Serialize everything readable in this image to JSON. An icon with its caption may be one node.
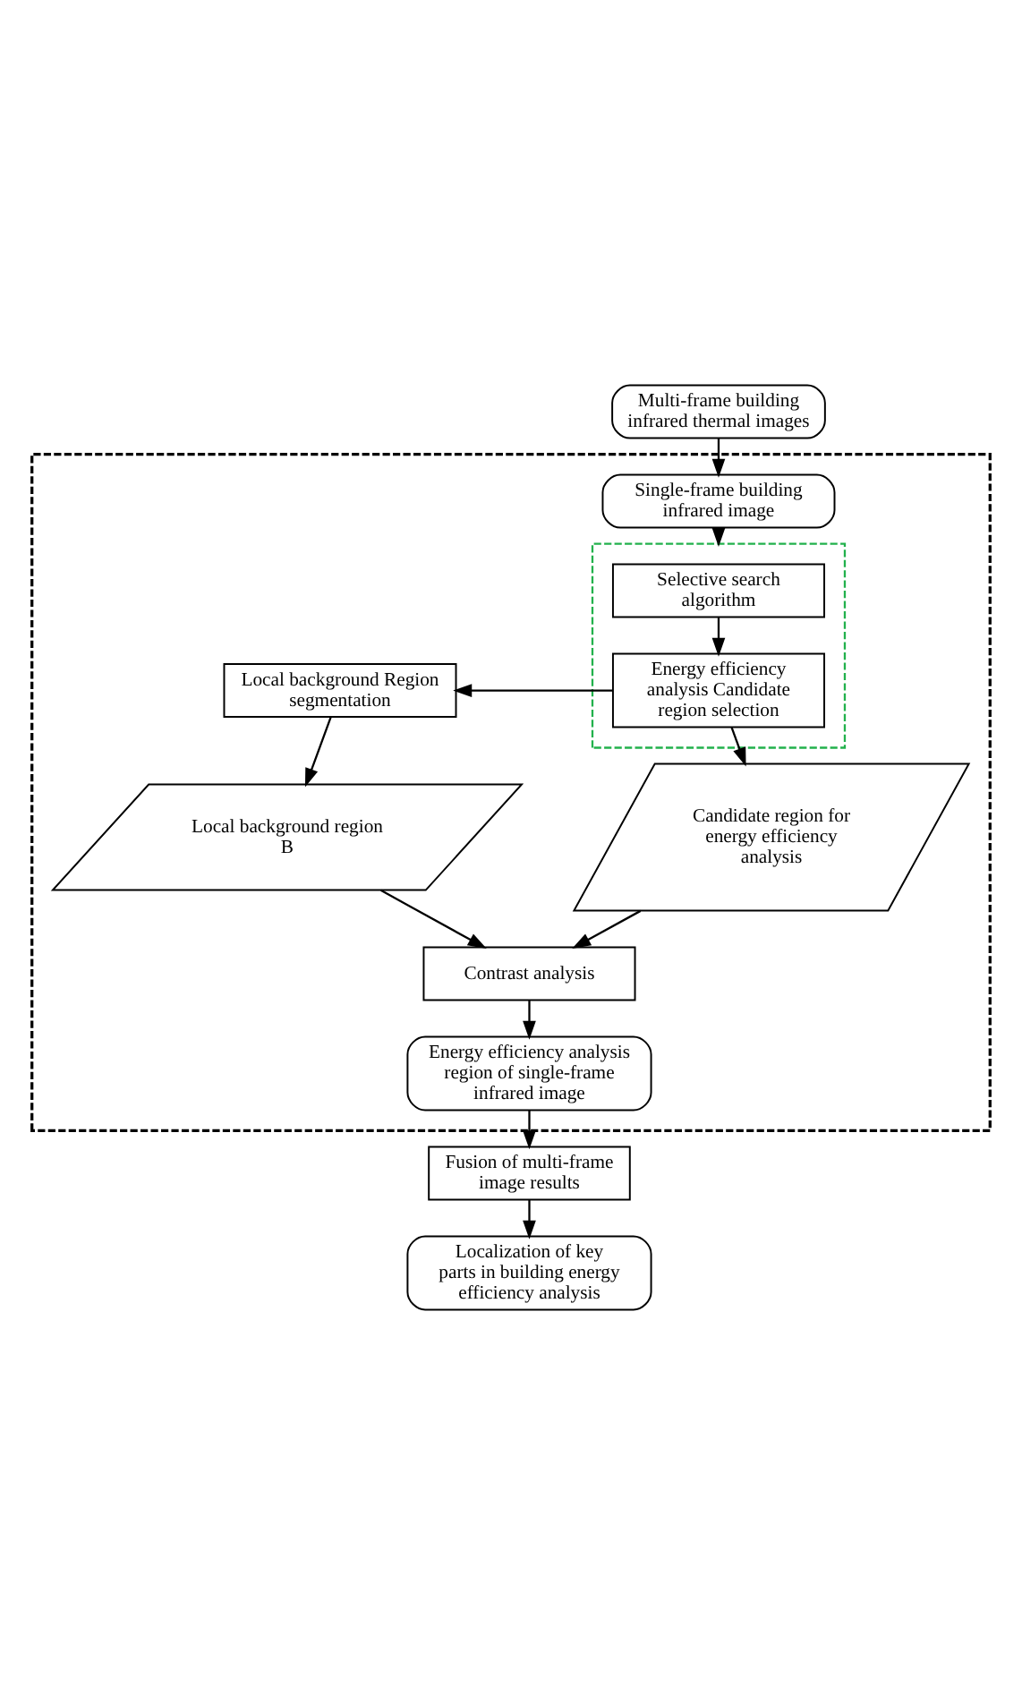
{
  "diagram": {
    "nodes": [
      {
        "text": [
          "Multi-frame building infrared thermal images"
        ]
      },
      {
        "text": [],
        "shape": "box"
      },
      {
        "text": [
          "Single-frame building infrared image"
        ],
        "in": 1
      },
      {
        "text": [],
        "shape": "box",
        "in": 1
      },
      {
        "text": [
          "Selective search algorithm"
        ],
        "in": 3
      },
      {
        "text": [
          "Energy efficiency analysis Candidate region selection"
        ],
        "in": 3
      },
      {
        "text": [
          "Local background Region segmentation"
        ],
        "in": 1
      },
      {
        "text": [
          "Local background region B"
        ],
        "in": 1
      },
      {
        "text": [
          "Candidate region for energy efficiency analysis"
        ],
        "in": 1
      },
      {
        "text": [
          "Contrast analysis"
        ],
        "in": 1
      },
      {
        "text": [
          "Energy efficiency analysis region of single-frame infrared image"
        ],
        "in": 1
      },
      {
        "text": [
          "Fusion of multi-frame image results"
        ]
      },
      {
        "text": [
          "Localization of key parts in building energy efficiency analysis"
        ]
      }
    ],
    "edges": [
      {
        "from": 0,
        "to": 2,
        "arrow": "to"
      },
      {
        "from": 2,
        "to": 3,
        "arrow": "to"
      },
      {
        "from": 4,
        "to": 5,
        "arrow": "to"
      },
      {
        "from": 5,
        "to": 6,
        "arrow": "to"
      },
      {
        "from": 6,
        "to": 7,
        "arrow": "to"
      },
      {
        "from": 5,
        "to": 8,
        "arrow": "to"
      },
      {
        "from": 8,
        "to": 9,
        "arrow": "to"
      },
      {
        "from": 7,
        "to": 9,
        "arrow": "to"
      },
      {
        "from": 9,
        "to": 10,
        "arrow": "to"
      },
      {
        "from": 10,
        "to": 11,
        "arrow": "to"
      },
      {
        "from": 11,
        "to": 12,
        "arrow": "to"
      }
    ]
  }
}
